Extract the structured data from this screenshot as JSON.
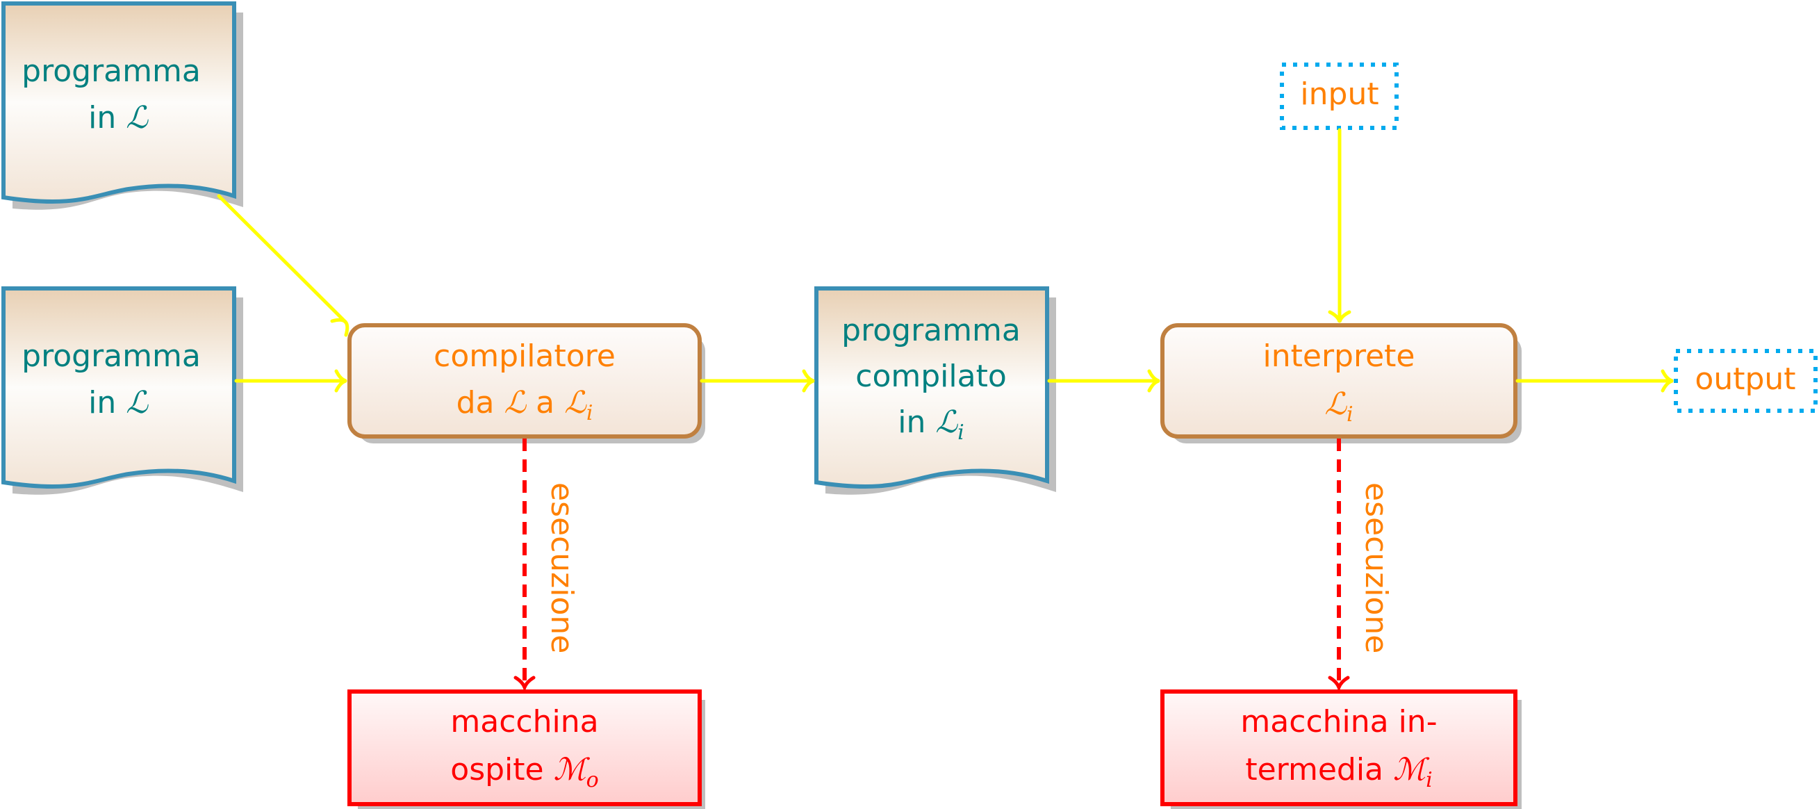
{
  "colors": {
    "doc_border": "#3a8fb5",
    "doc_text": "#008080",
    "process_border": "#c08040",
    "process_text": "#ff8000",
    "machine_border": "#ff0000",
    "machine_text": "#ff0000",
    "io_border": "#00aaee",
    "io_text": "#ff8000",
    "arrow_flow": "#ffff00",
    "arrow_exec": "#ff0000",
    "exec_label": "#ff8000"
  },
  "nodes": {
    "source_program_top": {
      "line1": "programma",
      "line2_text": "in ",
      "line2_math": "ℒ"
    },
    "source_program_mid": {
      "line1": "programma",
      "line2_text": "in ",
      "line2_math": "ℒ"
    },
    "compiler": {
      "line1": "compilatore",
      "line2_a": "da ",
      "line2_m1": "ℒ",
      "line2_b": " a ",
      "line2_m2": "ℒ",
      "line2_sub": "i"
    },
    "compiled_program": {
      "line1": "programma",
      "line2": "compilato",
      "line3_text": "in ",
      "line3_math": "ℒ",
      "line3_sub": "i"
    },
    "interpreter": {
      "line1": "interprete",
      "line2_math": "ℒ",
      "line2_sub": "i"
    },
    "input": {
      "label": "input"
    },
    "output": {
      "label": "output"
    },
    "host_machine": {
      "line1": "macchina",
      "line2_text": "ospite ",
      "line2_math": "ℳ",
      "line2_sub": "o"
    },
    "intermediate_machine": {
      "line1": "macchina in-",
      "line2_text": "termedia ",
      "line2_math": "ℳ",
      "line2_sub": "i"
    }
  },
  "edges": {
    "exec_label_compiler": "esecuzione",
    "exec_label_interpreter": "esecuzione"
  }
}
